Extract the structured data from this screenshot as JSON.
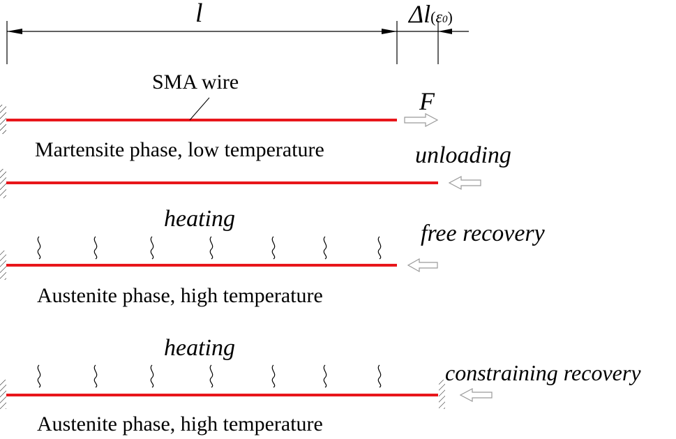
{
  "dimension": {
    "length_label": "l",
    "delta_label": "Δl",
    "strain_open": "(",
    "strain_symbol": "ε",
    "strain_subscript": "0",
    "strain_close": ")"
  },
  "stage1": {
    "wire_label": "SMA wire",
    "force_label": "F",
    "phase_label": "Martensite phase, low temperature"
  },
  "stage2": {
    "action_label": "unloading"
  },
  "stage3": {
    "heat_label": "heating",
    "action_label": "free recovery",
    "phase_label": "Austenite phase, high temperature"
  },
  "stage4": {
    "heat_label": "heating",
    "action_label": "constraining recovery",
    "phase_label": "Austenite phase, high temperature"
  },
  "colors": {
    "wire": "#e8161b",
    "ink": "#000000",
    "arrow_outline": "#9a9a9a"
  }
}
